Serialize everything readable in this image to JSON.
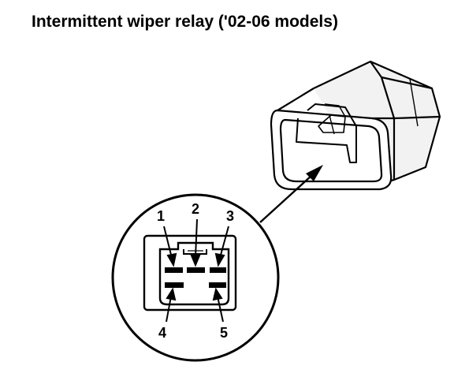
{
  "title": "Intermittent wiper relay ('02-06 models)",
  "pins": [
    {
      "label": "1"
    },
    {
      "label": "2"
    },
    {
      "label": "3"
    },
    {
      "label": "4"
    },
    {
      "label": "5"
    }
  ],
  "colors": {
    "ink": "#000000",
    "background": "#ffffff",
    "body_shade": "#f2f2f2"
  }
}
